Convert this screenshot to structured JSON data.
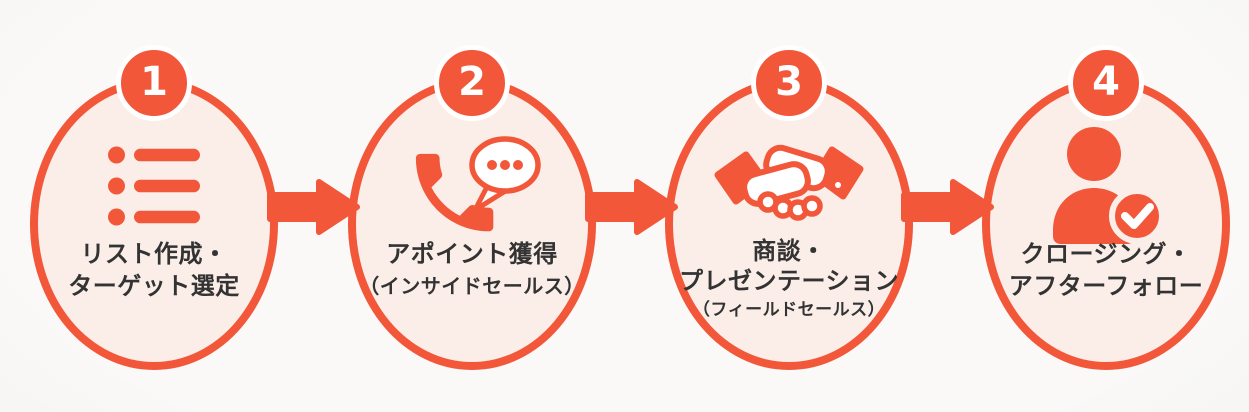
{
  "diagram": {
    "type": "process-flow",
    "colors": {
      "accent": "#F2573A",
      "fill": "#FBEEE8",
      "background": "#FAF9F8",
      "text": "#333333",
      "badge_ring": "#FFFFFF"
    },
    "steps": [
      {
        "number": "1",
        "icon": "list-icon",
        "lines": [
          "リスト作成・",
          "ターゲット選定"
        ]
      },
      {
        "number": "2",
        "icon": "phone-chat-icon",
        "lines": [
          "アポイント獲得",
          "（インサイドセールス）"
        ]
      },
      {
        "number": "3",
        "icon": "handshake-icon",
        "lines": [
          "商談・",
          "プレゼンテーション",
          "（フィールドセールス）"
        ]
      },
      {
        "number": "4",
        "icon": "person-check-icon",
        "lines": [
          "クロージング・",
          "アフターフォロー"
        ]
      }
    ],
    "connector": {
      "icon": "arrow-right-icon",
      "count": 3
    }
  }
}
